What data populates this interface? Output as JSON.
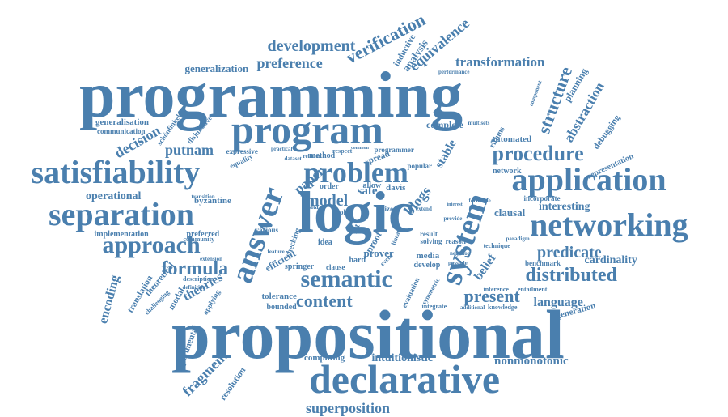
{
  "colors": {
    "text": "#4a7fae",
    "background": "#ffffff"
  },
  "words": [
    "programming",
    "propositional",
    "logic",
    "declarative",
    "program",
    "satisfiability",
    "separation",
    "networking",
    "application",
    "answer",
    "system",
    "problem",
    "approach",
    "semantic",
    "procedure",
    "formula",
    "distributed",
    "development",
    "verification",
    "equivalence",
    "preference",
    "transformation",
    "generalization",
    "structure",
    "abstraction",
    "decision",
    "putnam",
    "content",
    "present",
    "model",
    "paper",
    "safe",
    "blogs",
    "predicate",
    "language",
    "cardinality",
    "interesting",
    "superposition",
    "nonmonotonic",
    "intuitionistic",
    "fragment",
    "encoding",
    "theories",
    "operational",
    "implementation",
    "complete",
    "stable",
    "theoretical",
    "analysis",
    "inductive",
    "automated",
    "planning",
    "debugging",
    "network",
    "representation",
    "incorporate",
    "clausal",
    "belief",
    "prover",
    "hard",
    "media",
    "tolerance",
    "bounded",
    "efficient",
    "springer",
    "computing",
    "generation",
    "experimental",
    "resolution",
    "translation",
    "modal",
    "generalisation",
    "communication",
    "schönfinkel",
    "byzantine",
    "preferred",
    "equality",
    "expressive",
    "method",
    "order",
    "allow",
    "davis",
    "benchmark",
    "entailment",
    "integrate",
    "additional",
    "knowledge",
    "inference",
    "reason",
    "technique",
    "paradigm",
    "description",
    "definition",
    "challenging",
    "applying",
    "community",
    "extension",
    "transition",
    "disjunctive",
    "various",
    "feature",
    "checking",
    "clause",
    "idea",
    "develop",
    "result",
    "solving",
    "multisets",
    "component",
    "performance",
    "programmer",
    "spread",
    "popular",
    "size",
    "data",
    "tool",
    "set",
    "proof",
    "evaluation",
    "possible",
    "negation",
    "interest",
    "formulae",
    "provide",
    "practical",
    "common",
    "respect",
    "relation",
    "dataset",
    "rithms",
    "linear",
    "extend",
    "event",
    "symmetric"
  ]
}
